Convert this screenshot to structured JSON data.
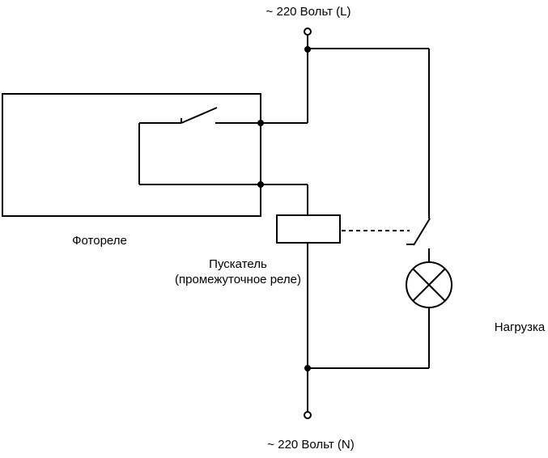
{
  "diagram_type": "wiring-schematic",
  "labels": {
    "supply_top": "~ 220 Вольт (L)",
    "supply_bottom": "~ 220 Вольт (N)",
    "photorelay": "Фотореле",
    "contactor_line1": "Пускатель",
    "contactor_line2": "(промежуточное реле)",
    "load": "Нагрузка"
  },
  "colors": {
    "line": "#000000",
    "background": "#ffffff"
  }
}
